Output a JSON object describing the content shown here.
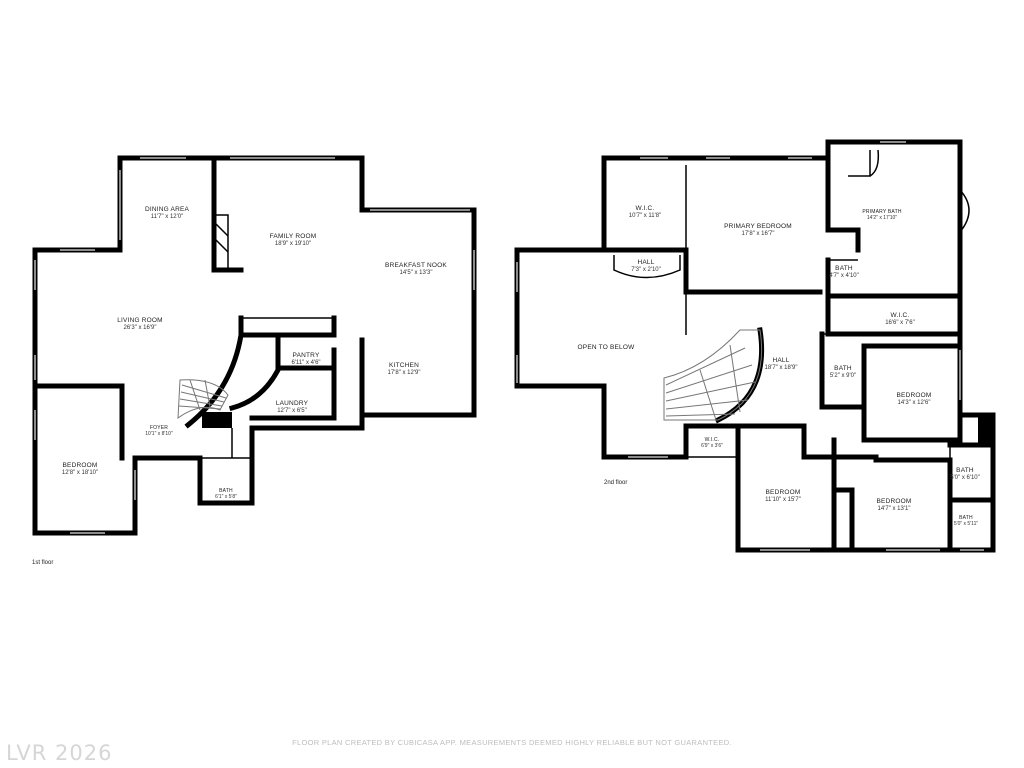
{
  "floors": {
    "first": {
      "label": "1st floor",
      "rooms": [
        {
          "name": "DINING AREA",
          "dim": "11'7\" x 12'0\""
        },
        {
          "name": "FAMILY ROOM",
          "dim": "18'9\" x 19'10\""
        },
        {
          "name": "BREAKFAST NOOK",
          "dim": "14'5\" x 13'3\""
        },
        {
          "name": "LIVING ROOM",
          "dim": "26'3\" x 16'9\""
        },
        {
          "name": "PANTRY",
          "dim": "6'11\" x 4'6\""
        },
        {
          "name": "KITCHEN",
          "dim": "17'8\" x 12'9\""
        },
        {
          "name": "LAUNDRY",
          "dim": "12'7\" x 6'5\""
        },
        {
          "name": "FOYER",
          "dim": "10'1\" x 8'10\""
        },
        {
          "name": "BEDROOM",
          "dim": "12'8\" x 18'10\""
        },
        {
          "name": "BATH",
          "dim": "6'1\" x 5'8\""
        }
      ]
    },
    "second": {
      "label": "2nd floor",
      "rooms": [
        {
          "name": "W.I.C.",
          "dim": "10'7\" x 11'8\""
        },
        {
          "name": "PRIMARY BEDROOM",
          "dim": "17'8\" x 16'7\""
        },
        {
          "name": "PRIMARY BATH",
          "dim": "14'2\" x 17'10\""
        },
        {
          "name": "HALL",
          "dim": "7'3\" x 2'10\""
        },
        {
          "name": "BATH",
          "dim": "4'7\" x 4'10\""
        },
        {
          "name": "W.I.C.",
          "dim": "16'6\" x 7'6\""
        },
        {
          "name": "OPEN TO BELOW",
          "dim": ""
        },
        {
          "name": "HALL",
          "dim": "18'7\" x 18'9\""
        },
        {
          "name": "BATH",
          "dim": "5'2\" x 9'0\""
        },
        {
          "name": "BEDROOM",
          "dim": "14'3\" x 12'6\""
        },
        {
          "name": "W.I.C.",
          "dim": "6'9\" x 3'6\""
        },
        {
          "name": "BATH",
          "dim": "5'0\" x 6'10\""
        },
        {
          "name": "BEDROOM",
          "dim": "11'10\" x 15'7\""
        },
        {
          "name": "BEDROOM",
          "dim": "14'7\" x 13'1\""
        },
        {
          "name": "BATH",
          "dim": "5'0\" x 5'11\""
        }
      ]
    }
  },
  "footer": "FLOOR PLAN CREATED BY CUBICASA APP. MEASUREMENTS DEEMED HIGHLY RELIABLE BUT NOT GUARANTEED.",
  "watermark": "LVR 2026"
}
